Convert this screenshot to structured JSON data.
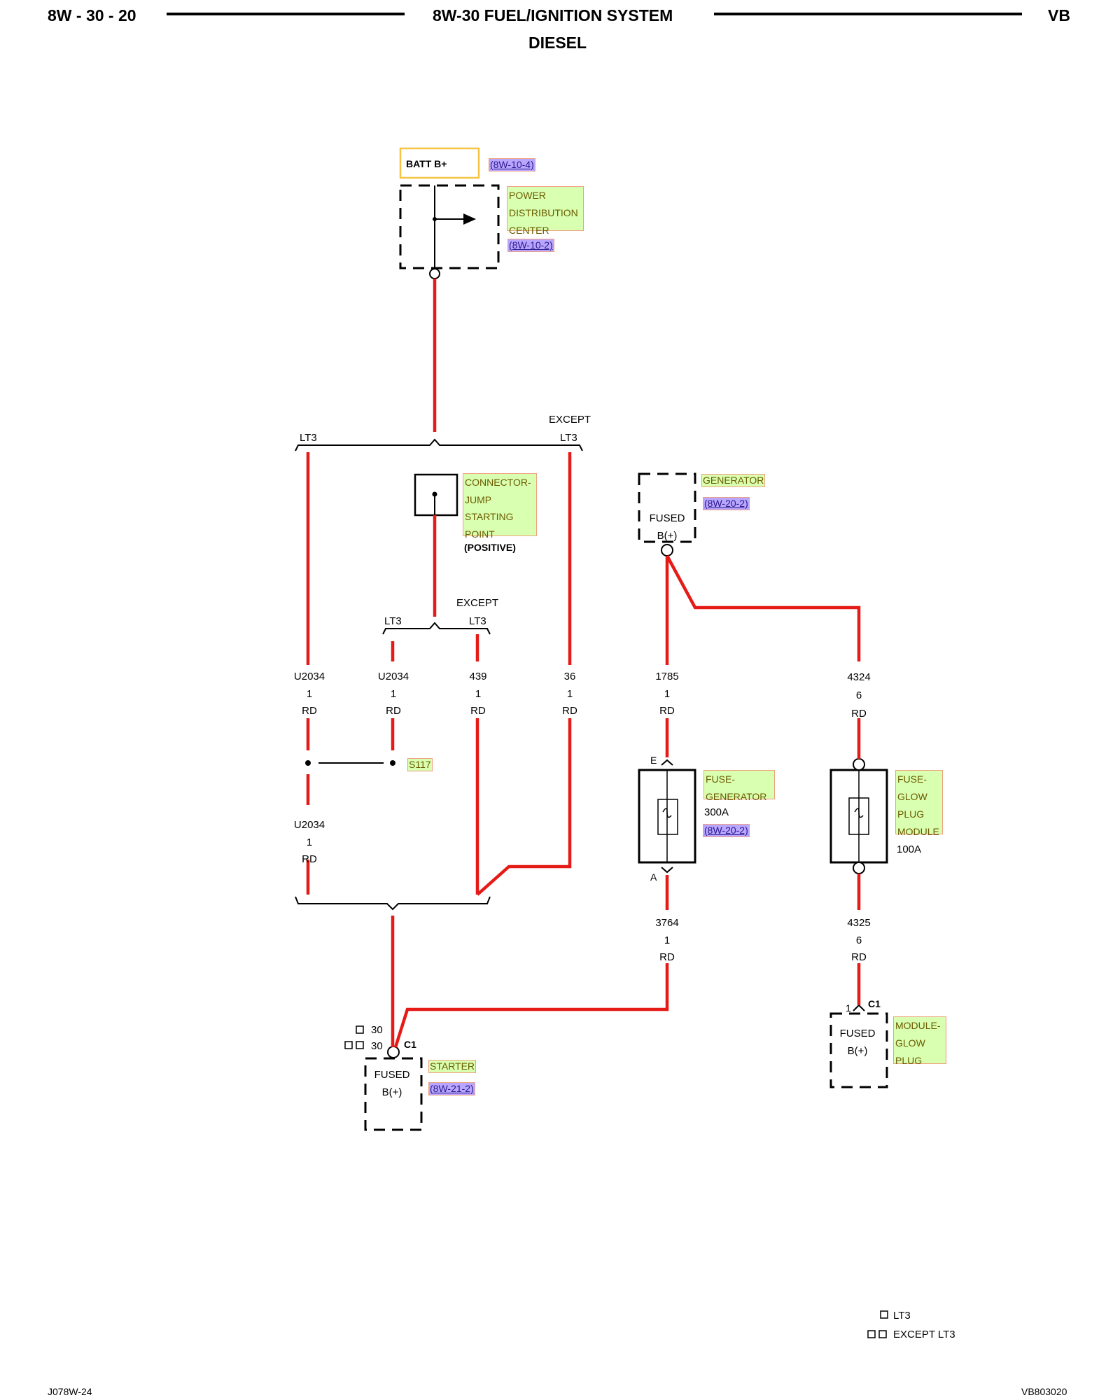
{
  "header": {
    "left": "8W - 30 - 20",
    "center": "8W-30 FUEL/IGNITION SYSTEM",
    "right": "VB",
    "subtitle": "DIESEL"
  },
  "components": {
    "batt": {
      "label": "BATT B+",
      "ref": "(8W-10-4)"
    },
    "pdc": {
      "lines": [
        "POWER",
        "DISTRIBUTION",
        "CENTER"
      ],
      "ref": "(8W-10-2)"
    },
    "jump": {
      "lines": [
        "CONNECTOR-",
        "JUMP",
        "STARTING",
        "POINT"
      ],
      "note": "(POSITIVE)"
    },
    "generator": {
      "name": "GENERATOR",
      "ref": "(8W-20-2)",
      "terminal": [
        "FUSED",
        "B(+)"
      ]
    },
    "fuse_gen": {
      "lines": [
        "FUSE-",
        "GENERATOR"
      ],
      "rating": "300A",
      "ref": "(8W-20-2)",
      "pin_top": "E",
      "pin_bottom": "A"
    },
    "fuse_glow": {
      "lines": [
        "FUSE-",
        "GLOW",
        "PLUG",
        "MODULE"
      ],
      "rating": "100A"
    },
    "glow_module": {
      "lines": [
        "MODULE-",
        "GLOW",
        "PLUG"
      ],
      "connector": "C1",
      "pin": "1",
      "terminal": [
        "FUSED",
        "B(+)"
      ]
    },
    "starter": {
      "name": "STARTER",
      "ref": "(8W-21-2)",
      "connector": "C1",
      "pins": [
        "30",
        "30"
      ],
      "terminal": [
        "FUSED",
        "B(+)"
      ]
    },
    "splice": {
      "name": "S117"
    }
  },
  "branches": {
    "top_left": "LT3",
    "top_right": [
      "EXCEPT",
      "LT3"
    ],
    "mid_left": "LT3",
    "mid_right": [
      "EXCEPT",
      "LT3"
    ]
  },
  "wires": [
    {
      "id": "w1",
      "circuit": "U2034",
      "gauge": "1",
      "color": "RD"
    },
    {
      "id": "w2",
      "circuit": "U2034",
      "gauge": "1",
      "color": "RD"
    },
    {
      "id": "w3",
      "circuit": "439",
      "gauge": "1",
      "color": "RD"
    },
    {
      "id": "w4",
      "circuit": "36",
      "gauge": "1",
      "color": "RD"
    },
    {
      "id": "w5",
      "circuit": "1785",
      "gauge": "1",
      "color": "RD"
    },
    {
      "id": "w6",
      "circuit": "4324",
      "gauge": "6",
      "color": "RD"
    },
    {
      "id": "w7",
      "circuit": "U2034",
      "gauge": "1",
      "color": "RD"
    },
    {
      "id": "w8",
      "circuit": "3764",
      "gauge": "1",
      "color": "RD"
    },
    {
      "id": "w9",
      "circuit": "4325",
      "gauge": "6",
      "color": "RD"
    }
  ],
  "legend": [
    {
      "symbol": "single-square-icon",
      "label": "LT3"
    },
    {
      "symbol": "double-square-icon",
      "label": "EXCEPT LT3"
    }
  ],
  "footer": {
    "left": "J078W-24",
    "right": "VB803020"
  },
  "colors": {
    "wire": "#e41b17",
    "label_bg": "#d9ffb0",
    "ref_bg": "#b9a6ff",
    "batt_border": "#f5c542"
  }
}
